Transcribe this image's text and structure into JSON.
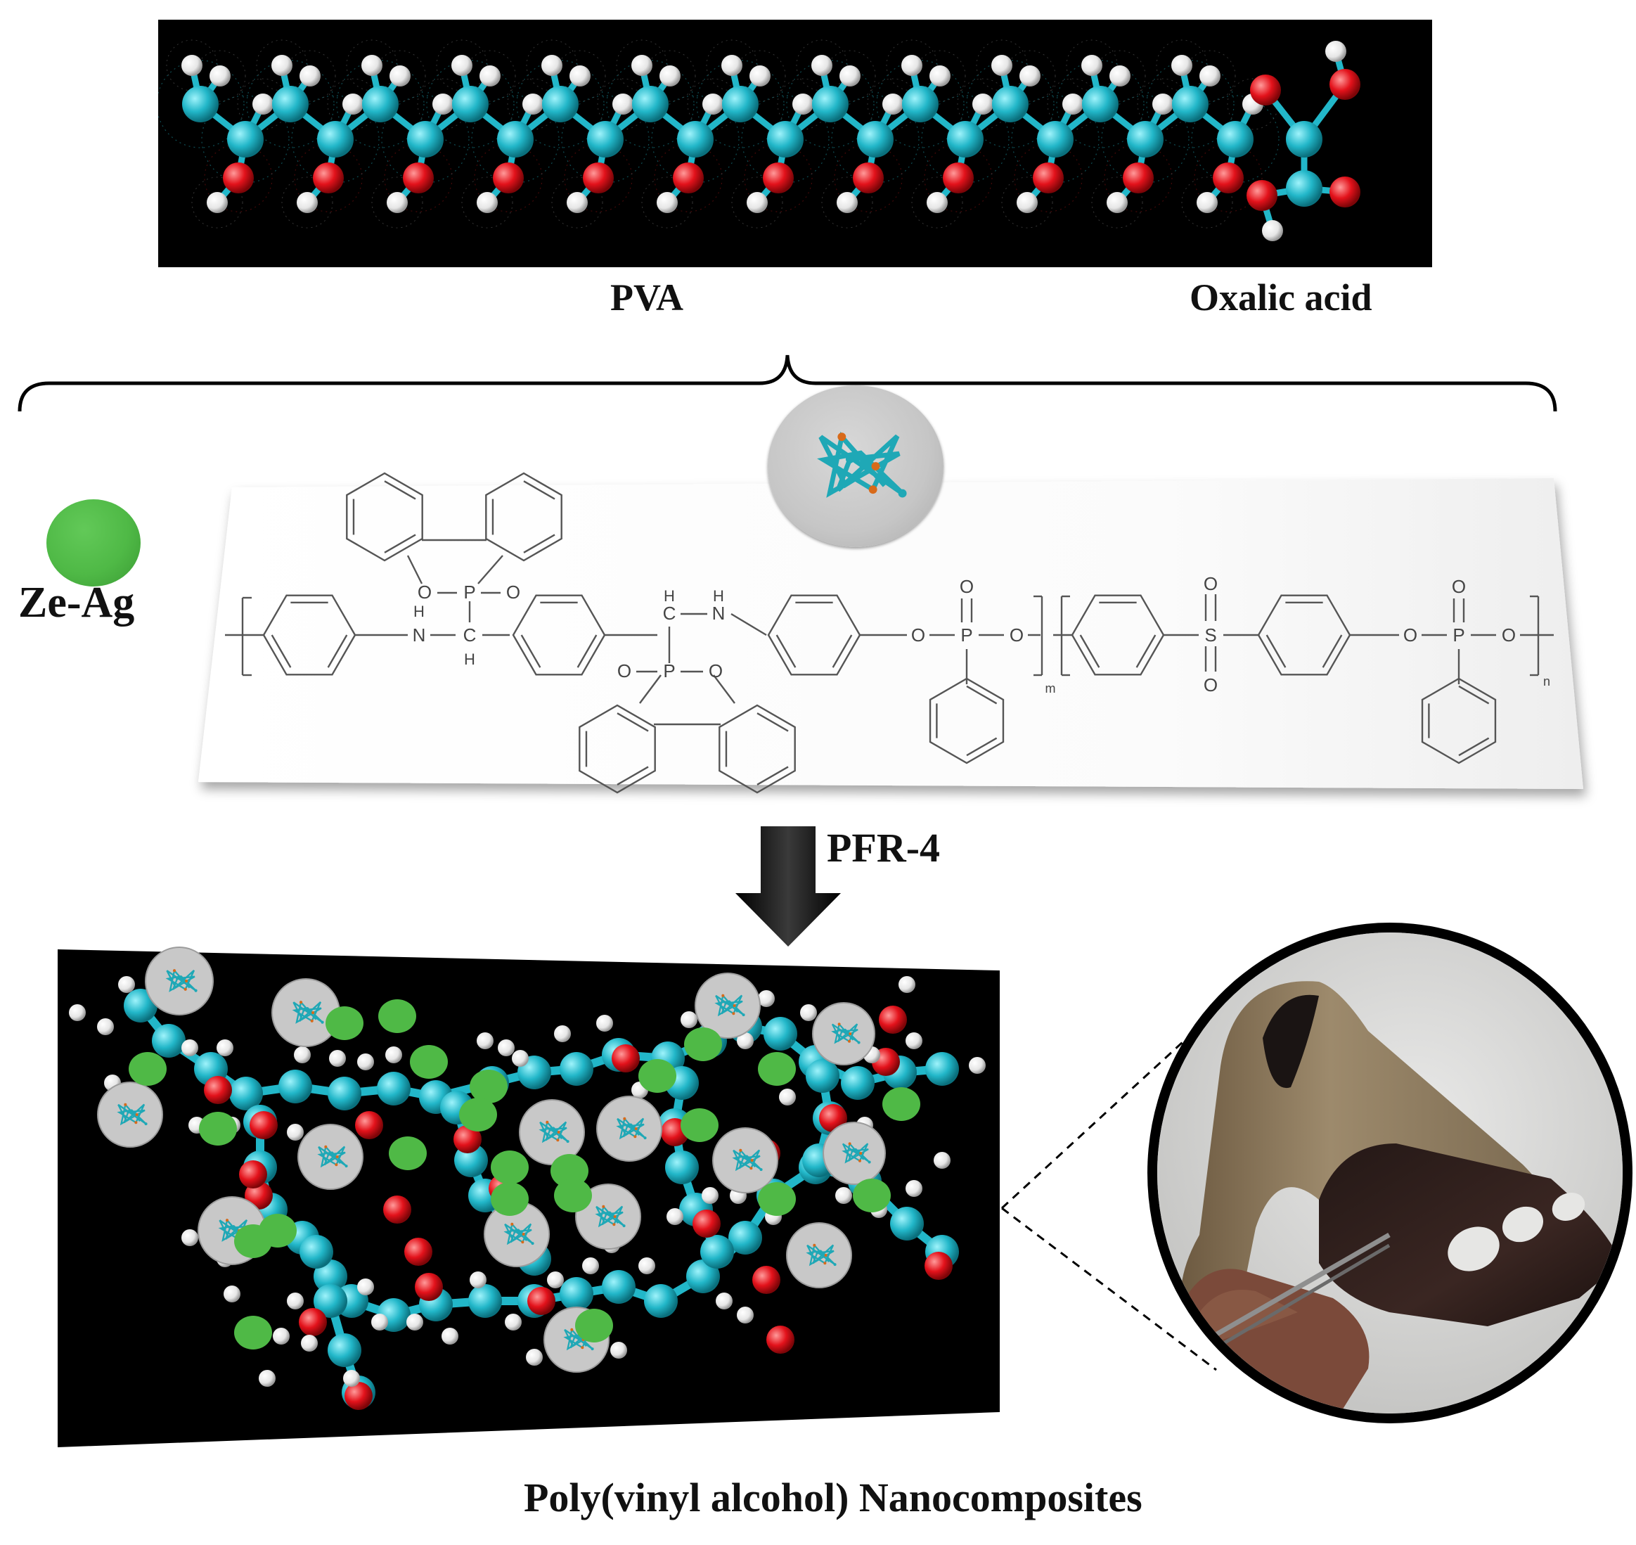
{
  "labels": {
    "pva": "PVA",
    "oxalic_acid": "Oxalic acid",
    "ze_ag": "Ze-Ag",
    "pfr4": "PFR-4",
    "nanocomposites": "Poly(vinyl alcohol) Nanocomposites"
  },
  "structure": {
    "atoms": {
      "H": "H",
      "C": "C",
      "N": "N",
      "O": "O",
      "P": "P",
      "S": "S"
    },
    "subscripts": {
      "m": "m",
      "n": "n"
    }
  },
  "colors": {
    "carbon": "#22b7c9",
    "oxygen": "#e3121b",
    "hydrogen": "#f2f2f2",
    "ze_ag": "#4fb946",
    "pfr_particle": "#c8c8c8",
    "background_dark": "#000000"
  }
}
